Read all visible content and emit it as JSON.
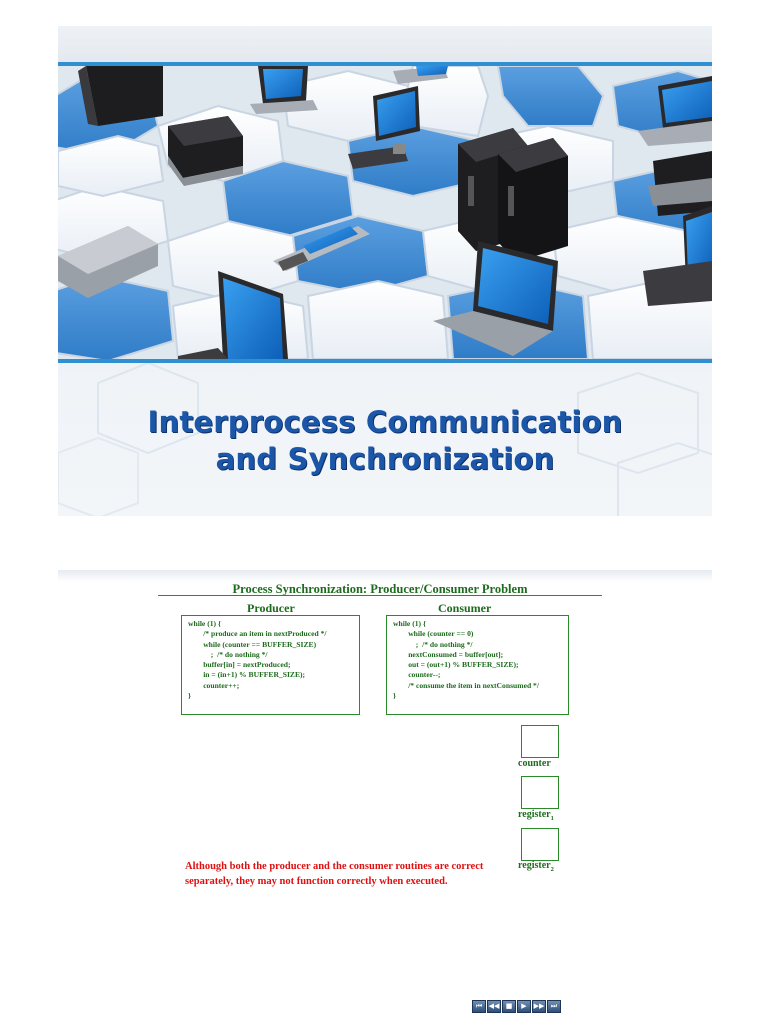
{
  "slide1": {
    "title_line1": "Interprocess Communication",
    "title_line2": "and Synchronization"
  },
  "slide2": {
    "heading": "Process Synchronization:  Producer/Consumer Problem",
    "producer_label": "Producer",
    "consumer_label": "Consumer",
    "producer_code": [
      "while (1) {",
      "        /* produce an item in nextProduced */",
      "        while (counter == BUFFER_SIZE)",
      "            ;  /* do nothing */",
      "        buffer[in] = nextProduced;",
      "        in = (in+1) % BUFFER_SIZE);",
      "        counter++;",
      "}"
    ],
    "consumer_code": [
      "while (1) {",
      "        while (counter == 0)",
      "            ;  /* do nothing */",
      "        nextConsumed = buffer[out];",
      "        out = (out+1) % BUFFER_SIZE);",
      "        counter--;",
      "        /* consume the item in nextConsumed */",
      "}"
    ],
    "registers": [
      {
        "name": "counter",
        "sub": ""
      },
      {
        "name": "register",
        "sub": "1"
      },
      {
        "name": "register",
        "sub": "2"
      }
    ],
    "note": "Although both the producer and the consumer routines are correct separately, they may not function correctly when executed.",
    "nav_buttons": [
      "first-icon",
      "prev-icon",
      "stop-icon",
      "play-icon",
      "next-icon",
      "last-icon"
    ],
    "nav_glyphs": [
      "⏮",
      "◀◀",
      "■",
      "▶",
      "▶▶",
      "⏭"
    ]
  },
  "colors": {
    "title_blue": "#1b56a8",
    "accent_blue": "#2f8fd0",
    "code_green": "#1d6b1d",
    "note_red": "#e01010"
  }
}
